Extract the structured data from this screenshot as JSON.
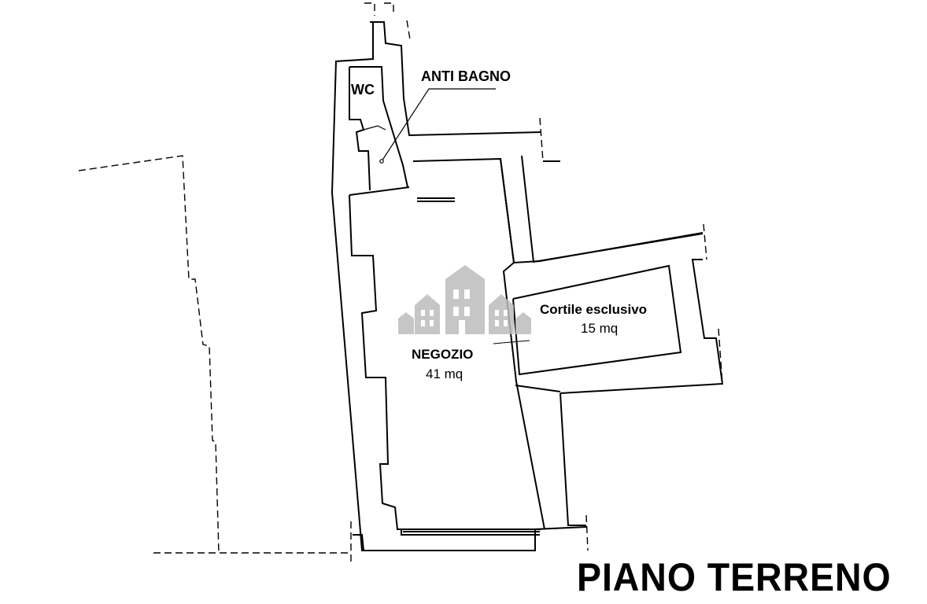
{
  "plan": {
    "floor_title": "PIANO TERRENO",
    "rooms": {
      "wc": {
        "name": "WC"
      },
      "anti_bagno": {
        "name": "ANTI BAGNO"
      },
      "negozio": {
        "name": "NEGOZIO",
        "area": "41 mq"
      },
      "cortile": {
        "name": "Cortile esclusivo",
        "area": "15 mq"
      }
    },
    "colors": {
      "wall": "#000000",
      "watermark": "#bdbdbd",
      "background": "#ffffff"
    },
    "icons": {
      "watermark": "buildings-watermark-icon"
    }
  }
}
